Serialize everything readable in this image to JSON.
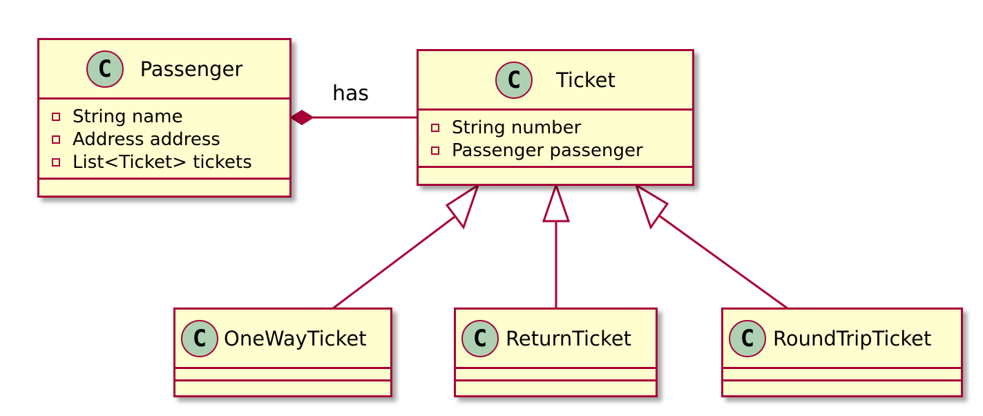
{
  "colors": {
    "class_fill": "#fefece",
    "class_border": "#a80036",
    "badge_fill": "#add1b2",
    "connector": "#a80036"
  },
  "badge_letter": "C",
  "classes": {
    "passenger": {
      "name": "Passenger",
      "fields": [
        "String name",
        "Address address",
        "List<Ticket> tickets"
      ]
    },
    "ticket": {
      "name": "Ticket",
      "fields": [
        "String number",
        "Passenger passenger"
      ]
    },
    "one_way_ticket": {
      "name": "OneWayTicket",
      "fields": []
    },
    "return_ticket": {
      "name": "ReturnTicket",
      "fields": []
    },
    "round_trip_ticket": {
      "name": "RoundTripTicket",
      "fields": []
    }
  },
  "relations": [
    {
      "type": "composition",
      "from": "Passenger",
      "to": "Ticket",
      "label": "has"
    },
    {
      "type": "generalization",
      "from": "OneWayTicket",
      "to": "Ticket"
    },
    {
      "type": "generalization",
      "from": "ReturnTicket",
      "to": "Ticket"
    },
    {
      "type": "generalization",
      "from": "RoundTripTicket",
      "to": "Ticket"
    }
  ]
}
